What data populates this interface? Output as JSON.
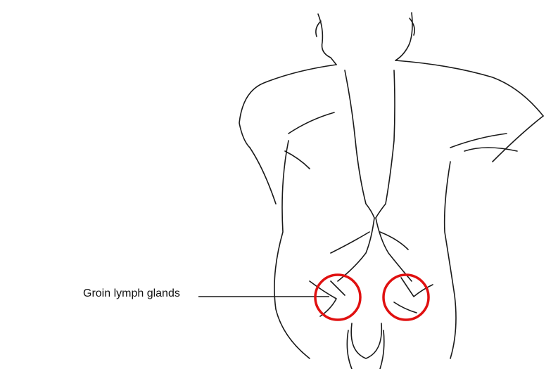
{
  "diagram": {
    "callout_label": "Groin lymph glands",
    "line_color": "#1a1a1a",
    "highlight_color": "#e01010",
    "highlighted_regions": [
      "left-groin",
      "right-groin"
    ]
  }
}
